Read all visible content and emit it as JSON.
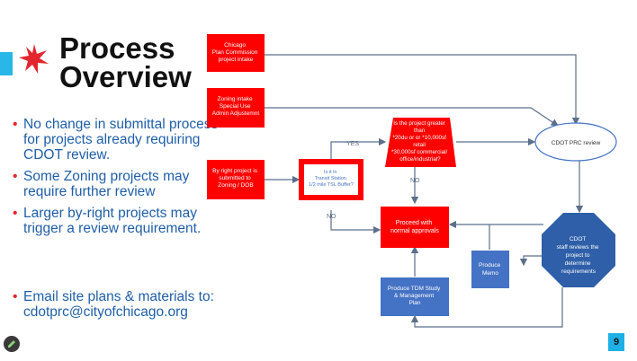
{
  "slide": {
    "title_line1": "Process",
    "title_line2": "Overview",
    "bullets": [
      "No change in submittal process for projects already requiring CDOT review.",
      "Some Zoning projects may require further review",
      "Larger by-right projects may trigger a review requirement."
    ],
    "email_line1": "Email site plans & materials to:",
    "email_line2": "cdotprc@cityofchicago.org",
    "page_number": "9"
  },
  "flowchart": {
    "chicago_plan": [
      "Chicago",
      "Plan Commission",
      "project intake"
    ],
    "zoning_intake": [
      "Zoning intake",
      "Special Use",
      "Admin Adjustemnt"
    ],
    "by_right": [
      "By right project is",
      "submitted to",
      "Zoning / DOB"
    ],
    "transit": [
      "Is it in",
      "Transit Station",
      "1/2 mile TSL Buffer?"
    ],
    "greater": [
      "Is the project greater",
      "than",
      "*20du or or *10,000sf",
      "retail",
      "*30,000sf commercial/",
      "office/industrial?"
    ],
    "cdot_prc": "CDOT PRC review",
    "proceed": [
      "Proceed with",
      "normal approvals"
    ],
    "cdot_staff": [
      "CDOT",
      "staff reviews the",
      "project to",
      "determine",
      "requirements"
    ],
    "produce_memo": [
      "Produce",
      "Memo"
    ],
    "produce_tdm": [
      "Produce TDM Study",
      "& Management",
      "Plan"
    ],
    "label_yes": "YES",
    "label_no_top": "NO",
    "label_no_left": "NO"
  },
  "colors": {
    "red": "#ff0000",
    "blue": "#4472c4",
    "accent": "#29b6e8",
    "text_blue": "#1f5fa8"
  },
  "icons": {
    "star": "chicago-star-icon",
    "edit": "pencil-icon"
  }
}
